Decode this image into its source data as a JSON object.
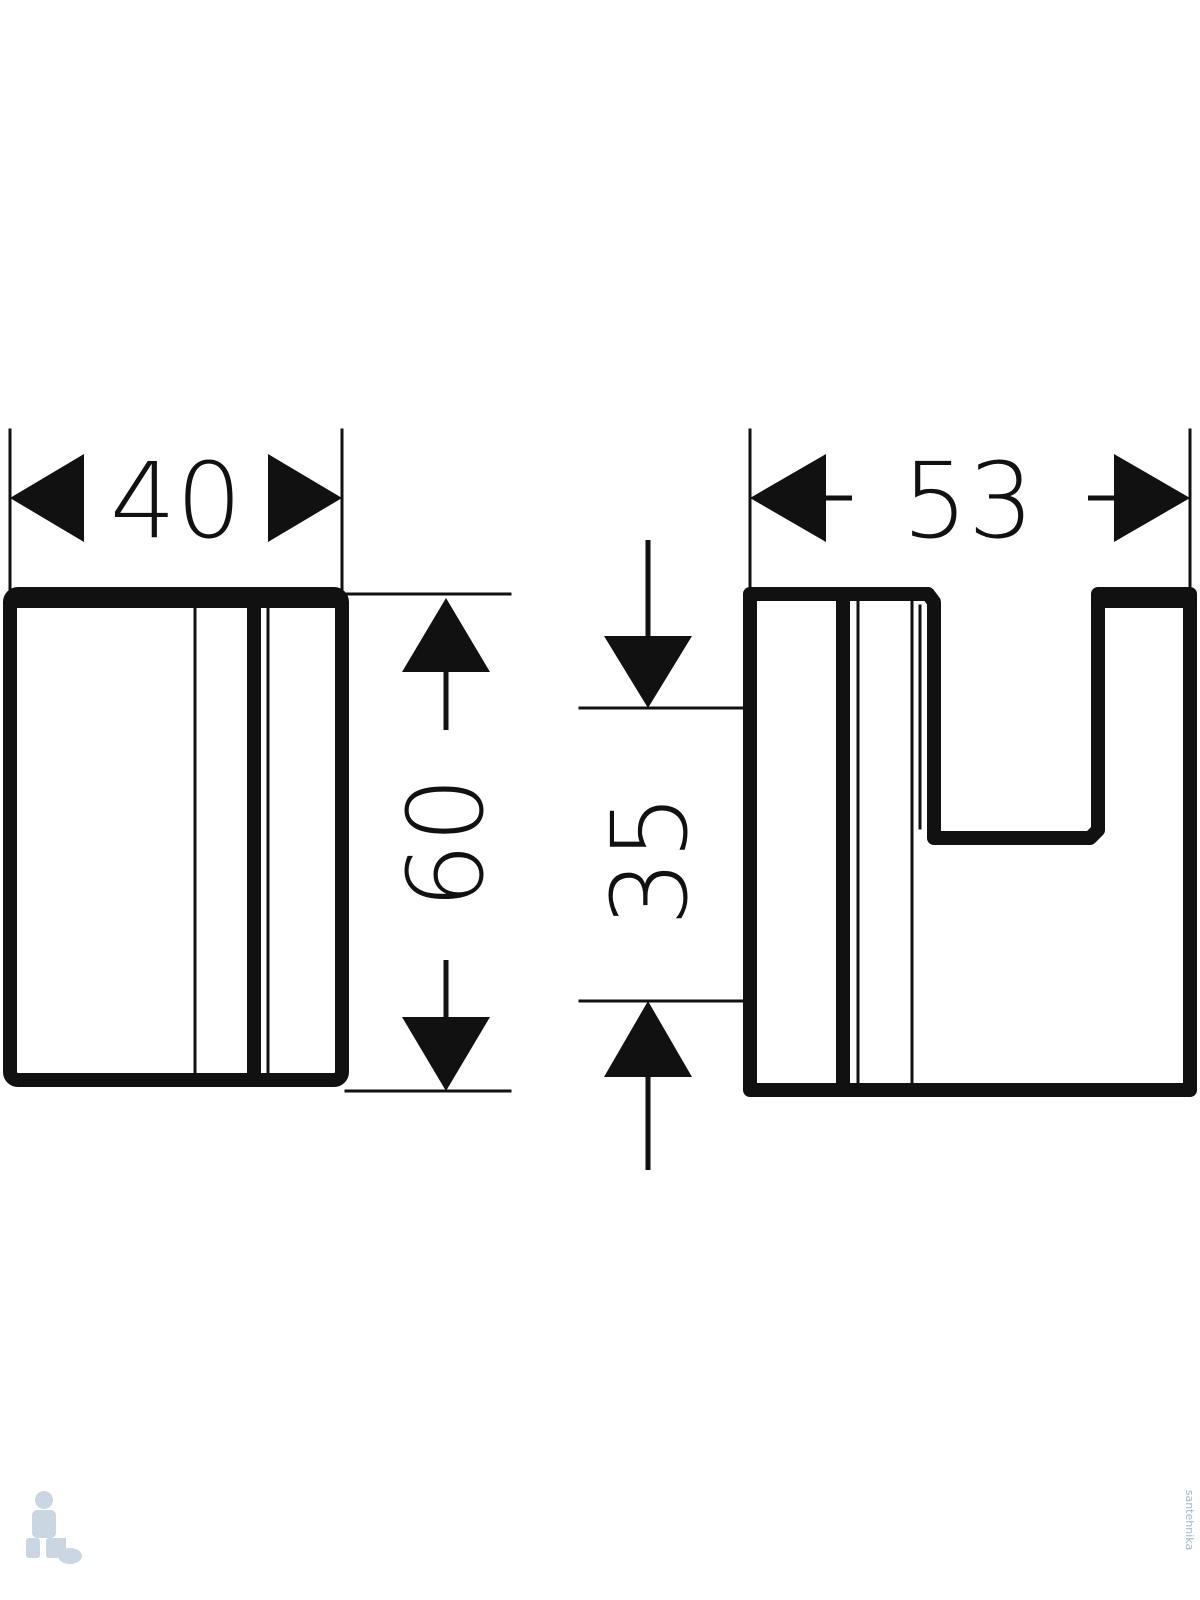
{
  "front_view": {
    "width_dim": "40",
    "height_dim": "60"
  },
  "side_view": {
    "depth_dim": "53",
    "hook_dim": "35"
  },
  "watermark": {
    "text": "santehnika",
    "icon": "plumber-mascot-icon"
  },
  "colors": {
    "line": "#111111",
    "background": "#ffffff",
    "watermark": "#9fb6cc"
  }
}
